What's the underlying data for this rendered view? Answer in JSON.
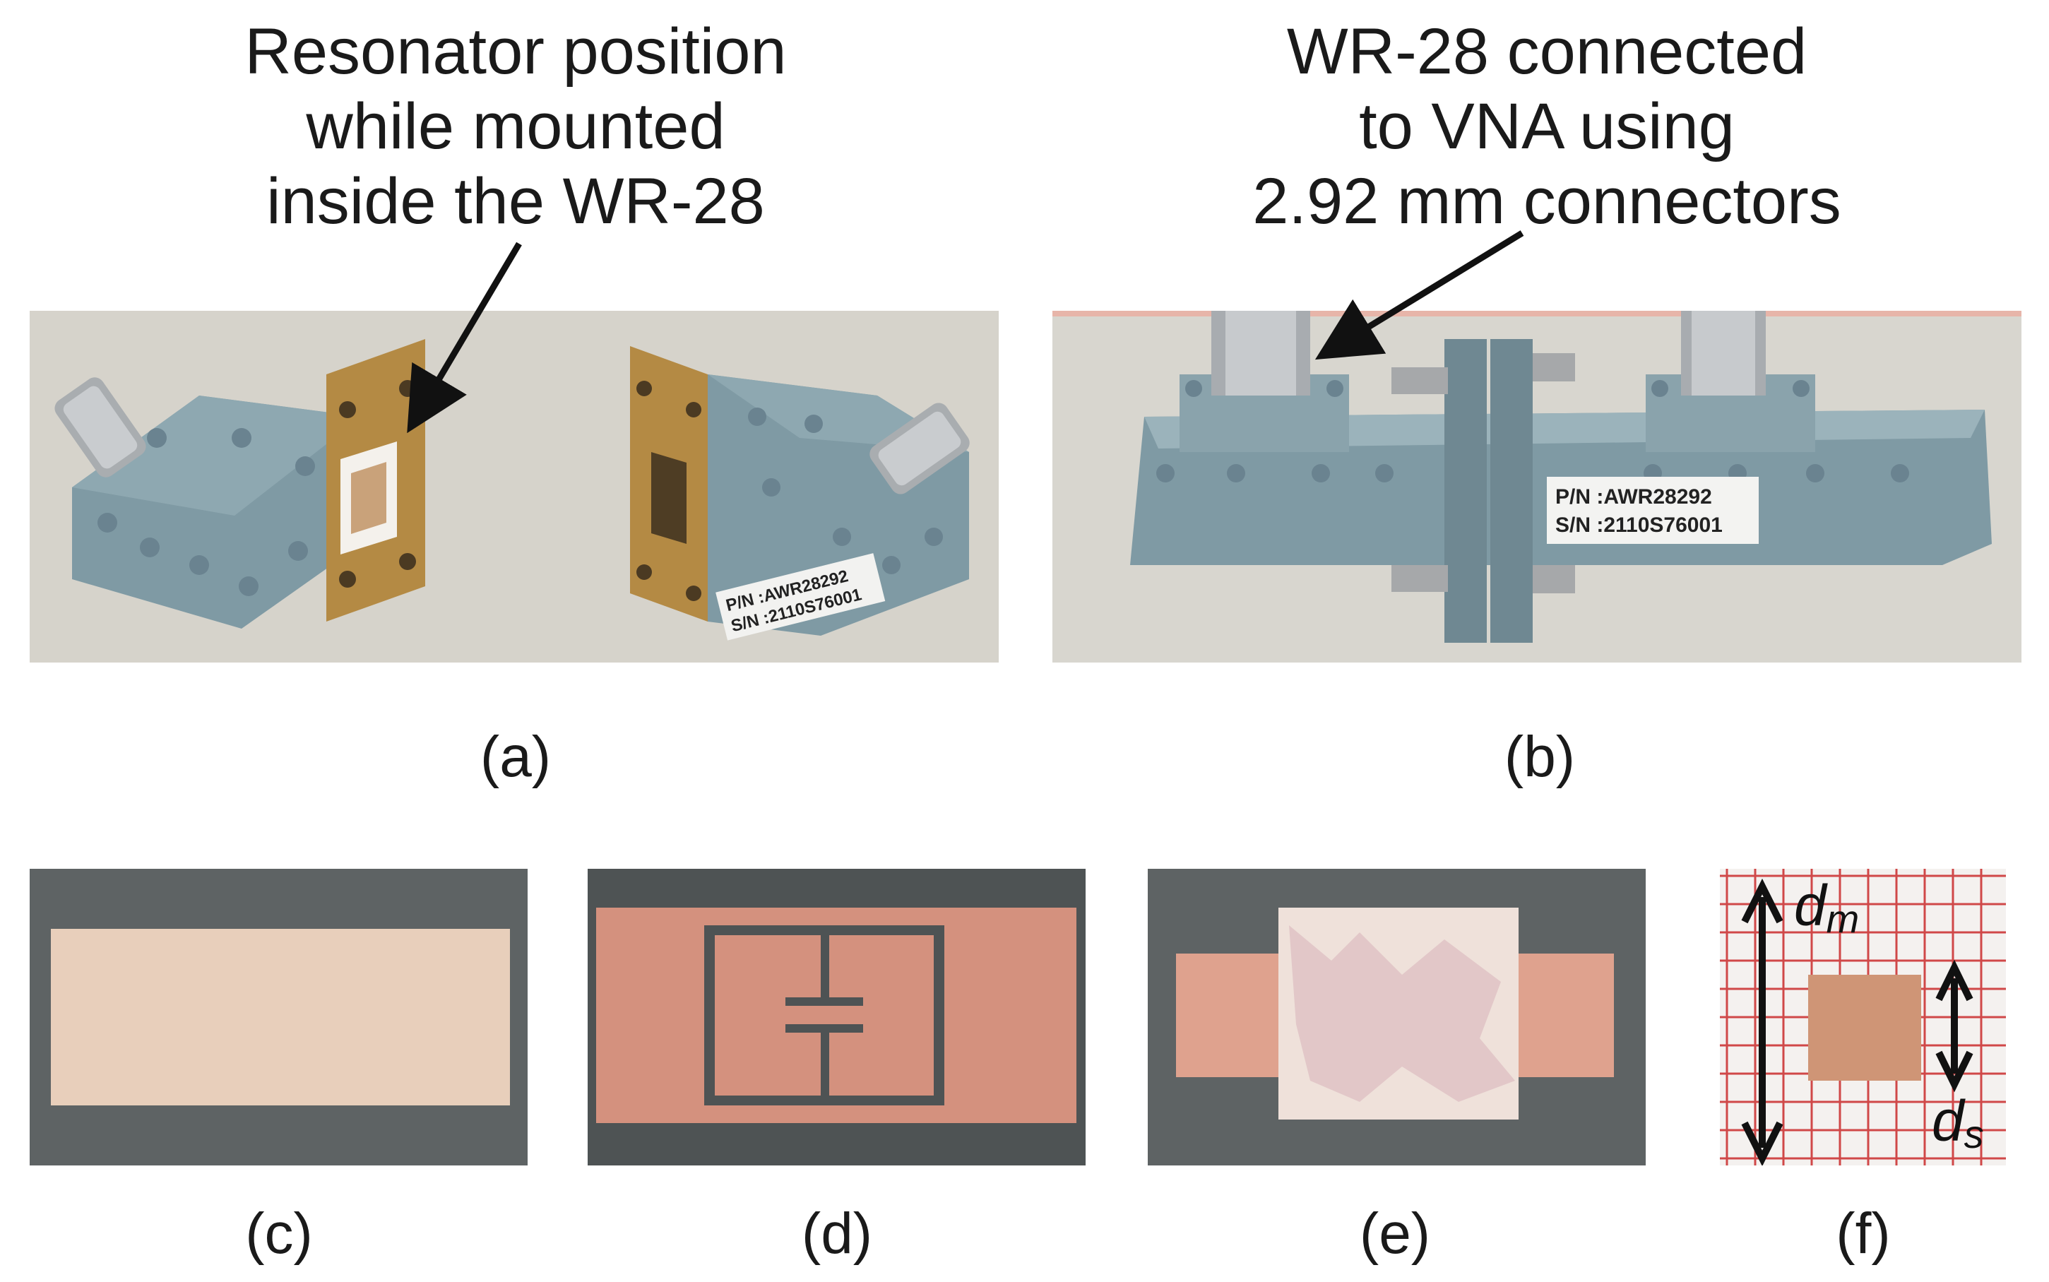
{
  "figure": {
    "panel_a": {
      "caption": "Resonator position\nwhile mounted\ninside the WR-28",
      "label": "(a)",
      "waveguide_label_lines": [
        "P/N :AWR28292",
        "S/N :2110S76001"
      ]
    },
    "panel_b": {
      "caption": "WR-28 connected\nto VNA using\n2.92 mm connectors",
      "label": "(b)",
      "waveguide_label_lines": [
        "P/N :AWR28292",
        "S/N :2110S76001"
      ]
    },
    "panel_c": {
      "label": "(c)"
    },
    "panel_d": {
      "label": "(d)"
    },
    "panel_e": {
      "label": "(e)"
    },
    "panel_f": {
      "label": "(f)",
      "dim_main": "d",
      "dim_main_sub": "m",
      "dim_small": "d",
      "dim_small_sub": "s"
    }
  },
  "colors": {
    "waveguide_body": "#7f9aa4",
    "flange_brass": "#b48a44",
    "bench_background": "#d6d3cb",
    "copper": "#d79a86",
    "substrate": "#5e6364",
    "grid_red": "#d04848"
  }
}
